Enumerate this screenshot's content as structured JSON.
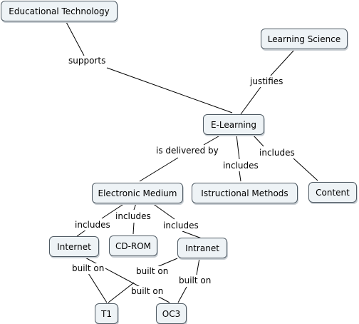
{
  "nodes": {
    "educational_technology": "Educational Technology",
    "learning_science": "Learning Science",
    "e_learning": "E-Learning",
    "electronic_medium": "Electronic Medium",
    "istructional_methods": "Istructional Methods",
    "content": "Content",
    "internet": "Internet",
    "cd_rom": "CD-ROM",
    "intranet": "Intranet",
    "t1": "T1",
    "oc3": "OC3"
  },
  "links": {
    "supports": "supports",
    "justifies": "justifies",
    "is_delivered_by": "is delivered by",
    "includes_methods": "includes",
    "includes_content": "includes",
    "includes_internet": "includes",
    "includes_cdrom": "includes",
    "includes_intranet": "includes",
    "internet_t1": "built on",
    "internet_oc3": "built on",
    "intranet_t1": "built on",
    "intranet_oc3": "built on"
  }
}
